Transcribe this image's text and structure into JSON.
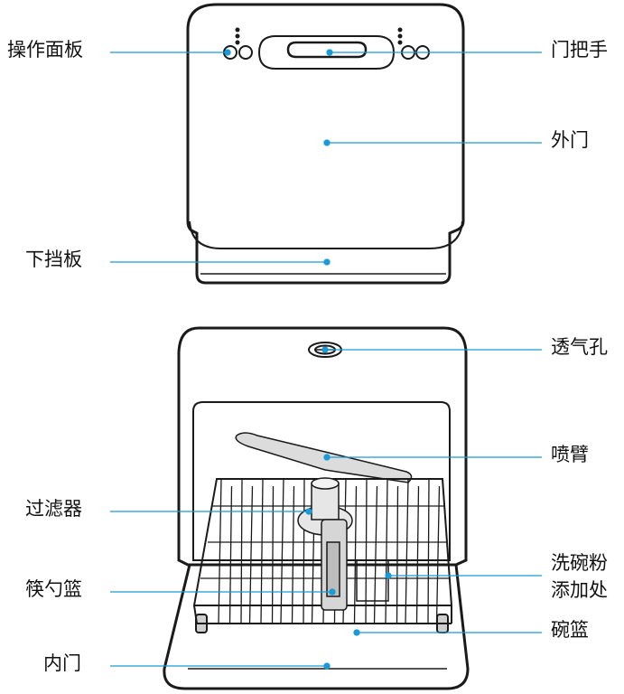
{
  "labels": {
    "control_panel": "操作面板",
    "door_handle": "门把手",
    "outer_door": "外门",
    "lower_panel": "下挡板",
    "vent_hole": "透气孔",
    "spray_arm": "喷臂",
    "filter": "过滤器",
    "detergent_line1": "洗碗粉",
    "detergent_line2": "添加处",
    "cutlery_basket": "筷勺篮",
    "dish_basket": "碗篮",
    "inner_door": "内门"
  },
  "colors": {
    "leader_line": "#1a9ad6",
    "outline": "#1a1a1a",
    "text": "#111111"
  }
}
